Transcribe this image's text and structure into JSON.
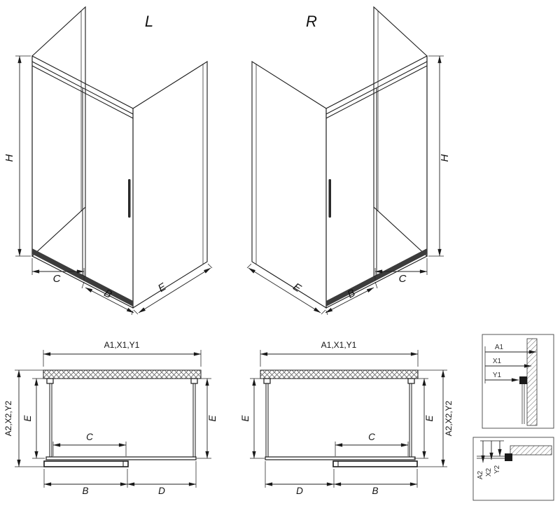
{
  "view_titles": {
    "left": "L",
    "right": "R"
  },
  "dim_labels": {
    "height": "H",
    "width_c": "C",
    "width_b": "B",
    "width_d": "D",
    "depth_e": "E",
    "group_a1": "A1,X1,Y1",
    "group_a2": "A2,X2,Y2"
  },
  "profile_detail_top": {
    "a1": "A1",
    "x1": "X1",
    "y1": "Y1"
  },
  "profile_detail_bottom": {
    "a2": "A2",
    "x2": "X2",
    "y2": "Y2"
  },
  "colors": {
    "line": "#1a1a1a",
    "rail": "#3c3c3c"
  }
}
